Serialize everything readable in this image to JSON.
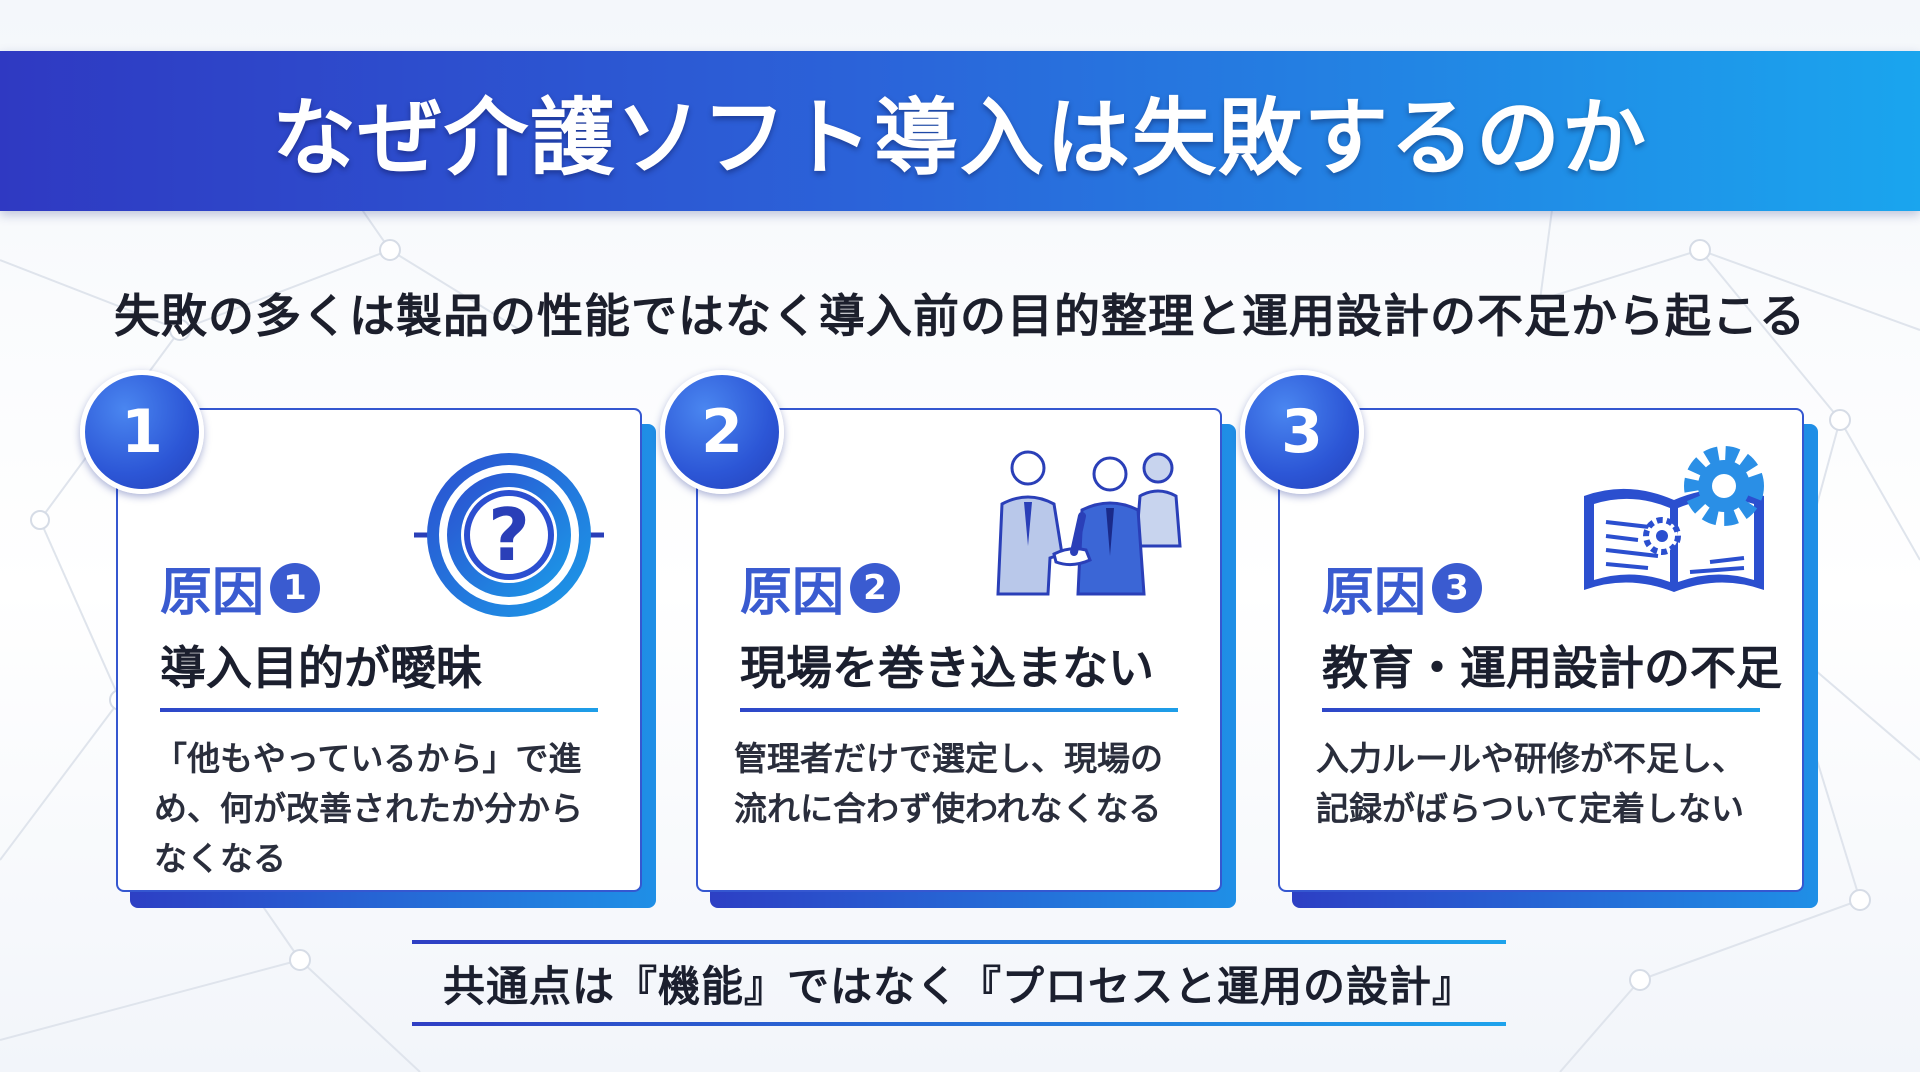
{
  "header": {
    "title": "なぜ介護ソフト導入は失敗するのか"
  },
  "subtitle": "失敗の多くは製品の性能ではなく導入前の目的整理と運用設計の不足から起こる",
  "cards": [
    {
      "number": "1",
      "cause_label": "原因",
      "cause_num": "1",
      "title": "導入目的が曖昧",
      "body": "「他もやっているから」で進め、何が改善されたか分からなくなる",
      "icon": "target-question-icon"
    },
    {
      "number": "2",
      "cause_label": "原因",
      "cause_num": "2",
      "title": "現場を巻き込まない",
      "body": "管理者だけで選定し、現場の流れに合わず使われなくなる",
      "icon": "handshake-people-icon"
    },
    {
      "number": "3",
      "cause_label": "原因",
      "cause_num": "3",
      "title": "教育・運用設計の不足",
      "body": "入力ルールや研修が不足し、記録がばらついて定着しない",
      "icon": "book-gear-icon"
    }
  ],
  "footer": {
    "text": "共通点は『機能』ではなく『プロセスと運用の設計』"
  },
  "colors": {
    "primary": "#2f46c8",
    "accent": "#1ea3ec",
    "label": "#3a5bd0"
  }
}
